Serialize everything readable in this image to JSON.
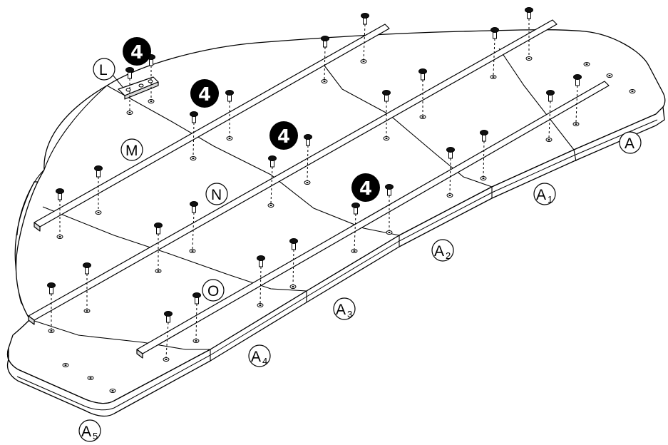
{
  "labels": {
    "L": "L",
    "M": "M",
    "N": "N",
    "O": "O",
    "A": "A",
    "A1": {
      "main": "A",
      "sub": "1"
    },
    "A2": {
      "main": "A",
      "sub": "2"
    },
    "A3": {
      "main": "A",
      "sub": "3"
    },
    "A4": {
      "main": "A",
      "sub": "4"
    },
    "A5": {
      "main": "A",
      "sub": "5"
    }
  },
  "quantity_callouts": [
    "4",
    "4",
    "4",
    "4"
  ]
}
